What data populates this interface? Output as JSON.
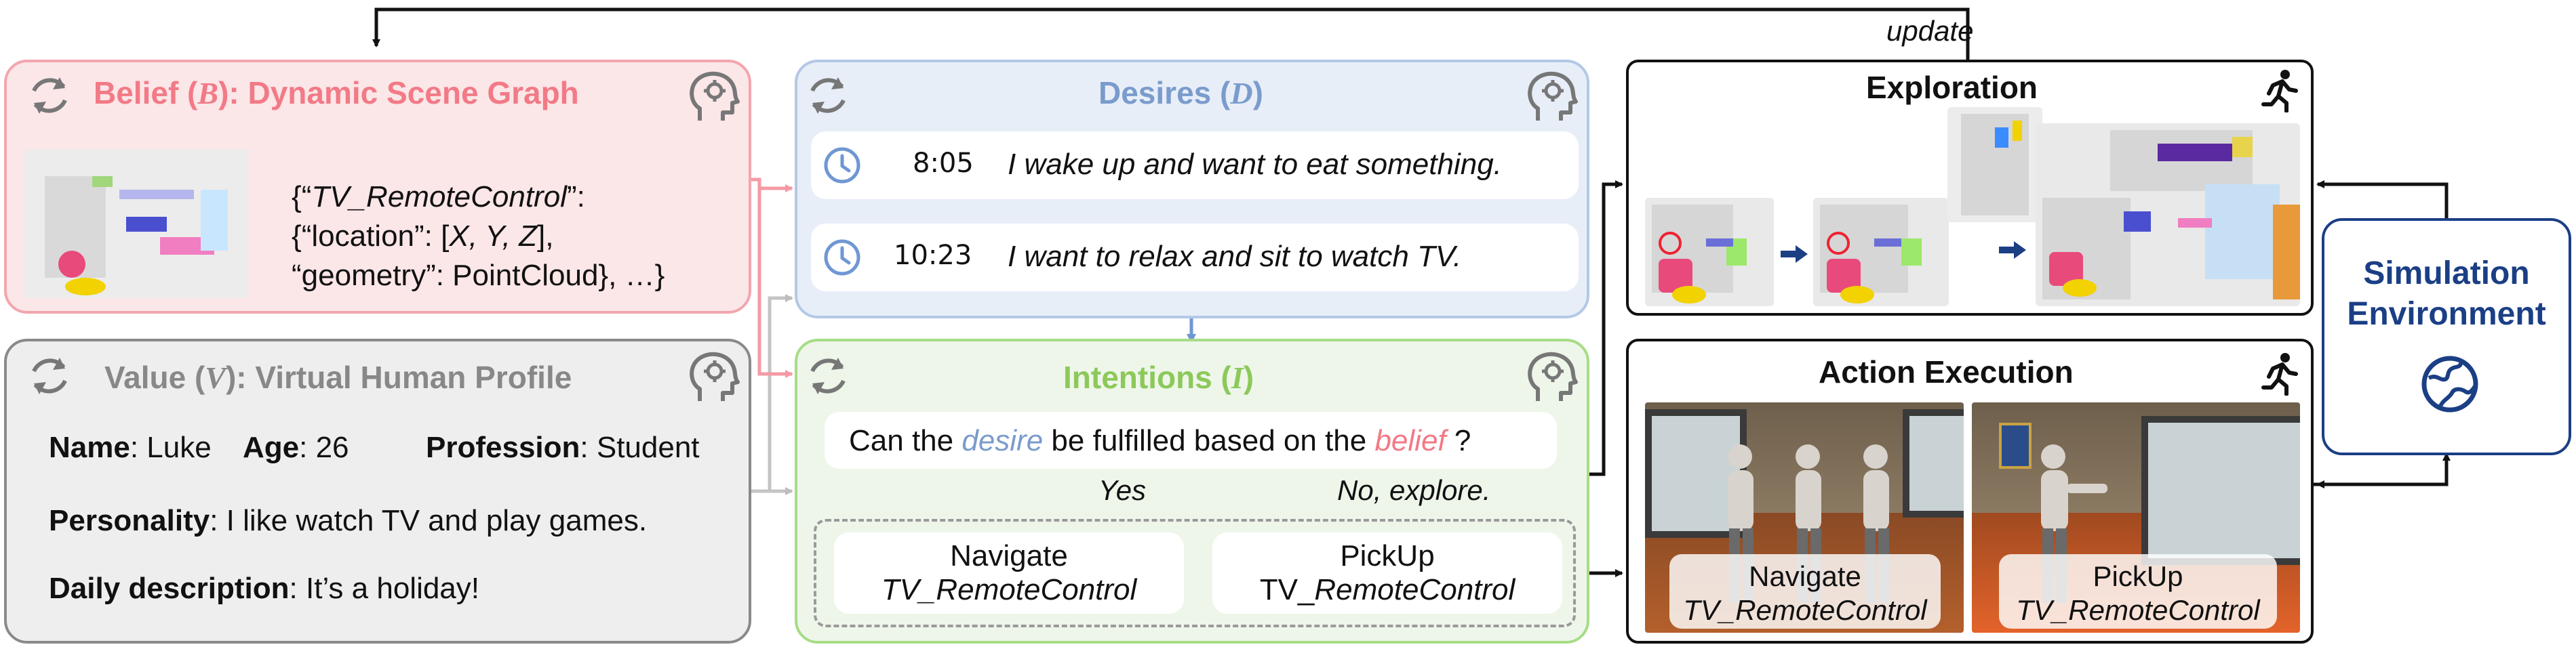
{
  "update_label": "update",
  "belief": {
    "title_prefix": "Belief (",
    "symbol": "B",
    "title_suffix": "): Dynamic Scene Graph",
    "json_lines": [
      "{“",
      "TV_RemoteControl",
      "”:",
      "{“location”: [",
      "X, Y, Z",
      "],",
      "“geometry”: PointCloud}, …}"
    ],
    "color": "#f27a86"
  },
  "value": {
    "title_prefix": "Value (",
    "symbol": "V",
    "title_suffix": "): Virtual Human Profile",
    "name_key": "Name",
    "name_val": ": Luke",
    "age_key": "Age",
    "age_val": ": 26",
    "profession_key": "Profession",
    "profession_val": ": Student",
    "personality_key": "Personality",
    "personality_val": ": I like watch TV and play games.",
    "daily_key": "Daily description",
    "daily_val": ": It’s a holiday!",
    "color": "#888888"
  },
  "desires": {
    "title_prefix": "Desires (",
    "symbol": "D",
    "title_suffix": ")",
    "items": [
      {
        "time": "8:05",
        "text": "I wake up and want to eat something."
      },
      {
        "time": "10:23",
        "text": "I want to relax and sit to watch TV."
      }
    ],
    "color": "#7a9ccc"
  },
  "intentions": {
    "title_prefix": "Intentions (",
    "symbol": "I",
    "title_suffix": ")",
    "question_pre": "Can the",
    "question_desire": "desire",
    "question_mid": "be fulfilled based on the",
    "question_belief": "belief",
    "question_end": "?",
    "yes_label": "Yes",
    "no_label": "No, explore.",
    "action1_line1": "Navigate",
    "action1_line2": "TV_RemoteControl",
    "action2_line1": "PickUp",
    "action2_line2_pre": "TV_",
    "action2_line2_it": "RemoteControl",
    "color": "#8cc95a"
  },
  "exploration": {
    "title": "Exploration"
  },
  "action_execution": {
    "title": "Action Execution",
    "caption1_line1": "Navigate",
    "caption1_line2": "TV_RemoteControl",
    "caption2_line1": "PickUp",
    "caption2_line2": "TV_RemoteControl"
  },
  "simulation": {
    "line1": "Simulation",
    "line2": "Environment",
    "color": "#1b3f85"
  },
  "icons": [
    "refresh-icon",
    "head-gear-icon",
    "clock-icon",
    "running-person-icon",
    "globe-icon",
    "arrow-right-icon"
  ]
}
